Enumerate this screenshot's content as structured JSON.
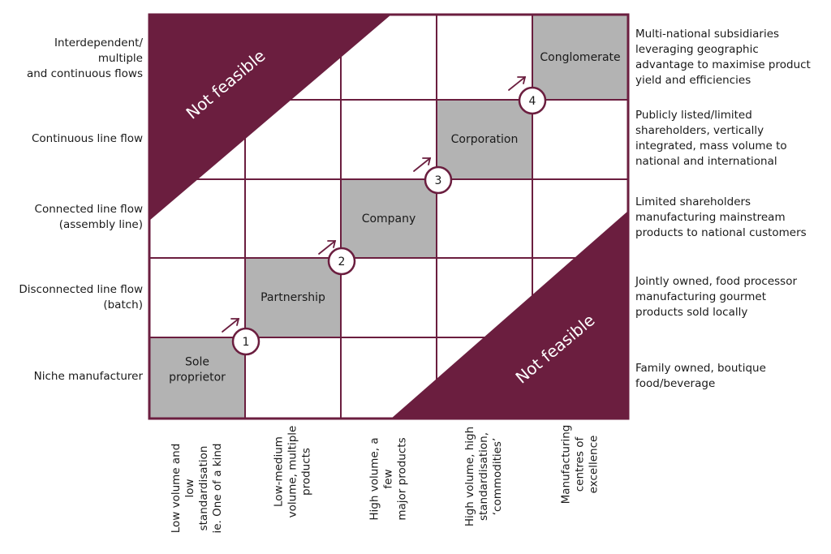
{
  "colors": {
    "maroon": "#6b1e3f",
    "cell_fill": "#b3b3b3",
    "line": "#6b1e3f",
    "text": "#1a1a1a"
  },
  "rows": [
    "Interdependent/\nmultiple\nand continuous flows",
    "Continuous line flow",
    "Connected line flow\n(assembly line)",
    "Disconnected line flow\n(batch)",
    "Niche manufacturer"
  ],
  "columns": [
    "Low volume and\nlow standardisation\nie. One of a kind",
    "Low-medium\nvolume, multiple\nproducts",
    "High volume, a few\nmajor products",
    "High volume, high\nstandardisation,\n‘commodities’",
    "Manufacturing\ncentres of\nexcellence"
  ],
  "descriptions": [
    "Multi-national subsidiaries\nleveraging geographic\nadvantage to maximise product\nyield and efficiencies",
    "Publicly listed/limited\nshareholders, vertically\nintegrated, mass volume to\nnational and international",
    "Limited shareholders\nmanufacturing mainstream\nproducts to national customers",
    "Jointly owned, food processor\nmanufacturing gourmet\nproducts sold locally",
    "Family owned, boutique\nfood/beverage"
  ],
  "stages": [
    "Sole\nproprietor",
    "Partnership",
    "Company",
    "Corporation",
    "Conglomerate"
  ],
  "steps": [
    "1",
    "2",
    "3",
    "4"
  ],
  "not_feasible": "Not feasible"
}
